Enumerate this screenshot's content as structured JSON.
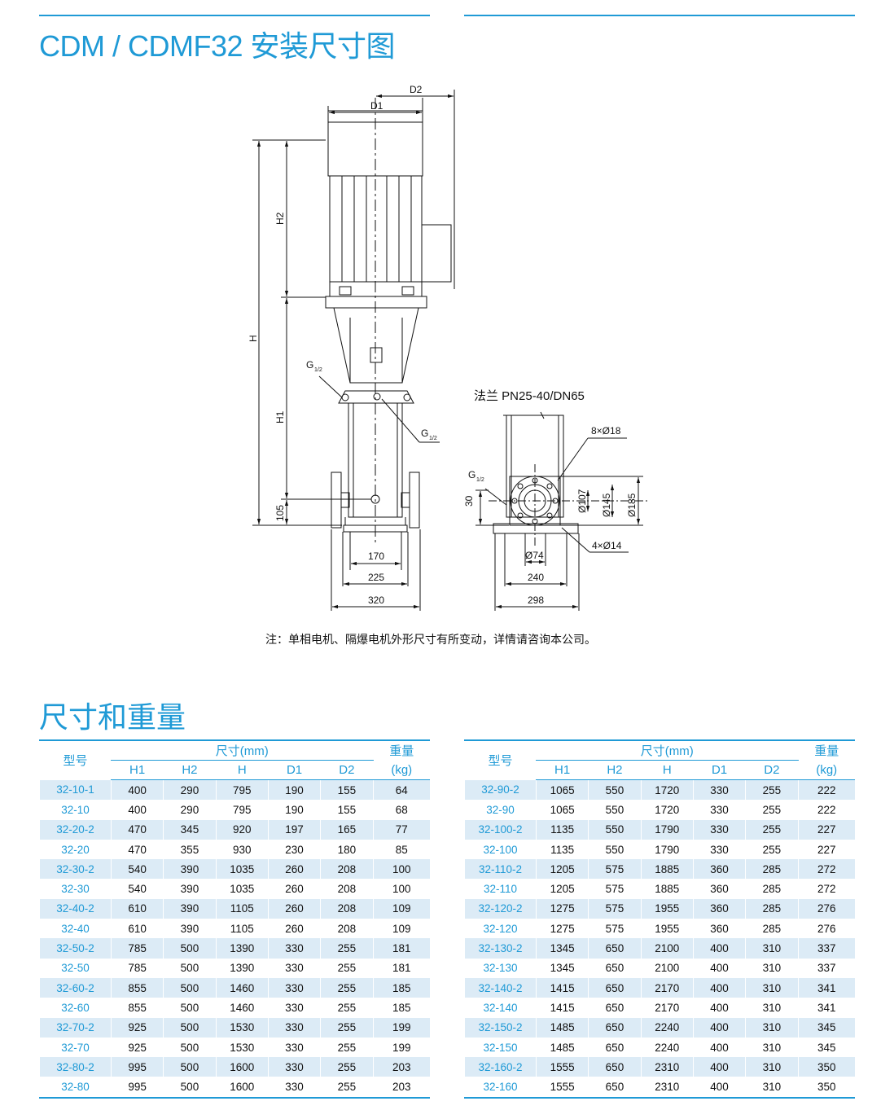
{
  "section1_title": "CDM / CDMF32 安装尺寸图",
  "drawing": {
    "labels": {
      "d1": "D1",
      "d2": "D2",
      "h": "H",
      "h1": "H1",
      "h2": "H2",
      "g_left": "G",
      "g_mid": "G",
      "g_right": "G",
      "frac": "1/2",
      "v105": "105",
      "w170": "170",
      "w225": "225",
      "w320": "320",
      "flange": "法兰 PN25-40/DN65",
      "holes8": "8×Ø18",
      "v30": "30",
      "d107": "Ø107",
      "d145": "Ø145",
      "d185": "Ø185",
      "holes4": "4×Ø14",
      "d74": "Ø74",
      "w240": "240",
      "w298": "298"
    }
  },
  "note": "注：单相电机、隔爆电机外形尺寸有所变动，详情请咨询本公司。",
  "section2_title": "尺寸和重量",
  "table_header": {
    "model": "型号",
    "dim": "尺寸(mm)",
    "weight_line1": "重量",
    "weight_line2": "(kg)",
    "cols": [
      "H1",
      "H2",
      "H",
      "D1",
      "D2"
    ]
  },
  "table_left": [
    [
      "32-10-1",
      "400",
      "290",
      "795",
      "190",
      "155",
      "64"
    ],
    [
      "32-10",
      "400",
      "290",
      "795",
      "190",
      "155",
      "68"
    ],
    [
      "32-20-2",
      "470",
      "345",
      "920",
      "197",
      "165",
      "77"
    ],
    [
      "32-20",
      "470",
      "355",
      "930",
      "230",
      "180",
      "85"
    ],
    [
      "32-30-2",
      "540",
      "390",
      "1035",
      "260",
      "208",
      "100"
    ],
    [
      "32-30",
      "540",
      "390",
      "1035",
      "260",
      "208",
      "100"
    ],
    [
      "32-40-2",
      "610",
      "390",
      "1105",
      "260",
      "208",
      "109"
    ],
    [
      "32-40",
      "610",
      "390",
      "1105",
      "260",
      "208",
      "109"
    ],
    [
      "32-50-2",
      "785",
      "500",
      "1390",
      "330",
      "255",
      "181"
    ],
    [
      "32-50",
      "785",
      "500",
      "1390",
      "330",
      "255",
      "181"
    ],
    [
      "32-60-2",
      "855",
      "500",
      "1460",
      "330",
      "255",
      "185"
    ],
    [
      "32-60",
      "855",
      "500",
      "1460",
      "330",
      "255",
      "185"
    ],
    [
      "32-70-2",
      "925",
      "500",
      "1530",
      "330",
      "255",
      "199"
    ],
    [
      "32-70",
      "925",
      "500",
      "1530",
      "330",
      "255",
      "199"
    ],
    [
      "32-80-2",
      "995",
      "500",
      "1600",
      "330",
      "255",
      "203"
    ],
    [
      "32-80",
      "995",
      "500",
      "1600",
      "330",
      "255",
      "203"
    ]
  ],
  "table_right": [
    [
      "32-90-2",
      "1065",
      "550",
      "1720",
      "330",
      "255",
      "222"
    ],
    [
      "32-90",
      "1065",
      "550",
      "1720",
      "330",
      "255",
      "222"
    ],
    [
      "32-100-2",
      "1135",
      "550",
      "1790",
      "330",
      "255",
      "227"
    ],
    [
      "32-100",
      "1135",
      "550",
      "1790",
      "330",
      "255",
      "227"
    ],
    [
      "32-110-2",
      "1205",
      "575",
      "1885",
      "360",
      "285",
      "272"
    ],
    [
      "32-110",
      "1205",
      "575",
      "1885",
      "360",
      "285",
      "272"
    ],
    [
      "32-120-2",
      "1275",
      "575",
      "1955",
      "360",
      "285",
      "276"
    ],
    [
      "32-120",
      "1275",
      "575",
      "1955",
      "360",
      "285",
      "276"
    ],
    [
      "32-130-2",
      "1345",
      "650",
      "2100",
      "400",
      "310",
      "337"
    ],
    [
      "32-130",
      "1345",
      "650",
      "2100",
      "400",
      "310",
      "337"
    ],
    [
      "32-140-2",
      "1415",
      "650",
      "2170",
      "400",
      "310",
      "341"
    ],
    [
      "32-140",
      "1415",
      "650",
      "2170",
      "400",
      "310",
      "341"
    ],
    [
      "32-150-2",
      "1485",
      "650",
      "2240",
      "400",
      "310",
      "345"
    ],
    [
      "32-150",
      "1485",
      "650",
      "2240",
      "400",
      "310",
      "345"
    ],
    [
      "32-160-2",
      "1555",
      "650",
      "2310",
      "400",
      "310",
      "350"
    ],
    [
      "32-160",
      "1555",
      "650",
      "2310",
      "400",
      "310",
      "350"
    ]
  ],
  "colors": {
    "accent": "#1f9ad6",
    "row_stripe": "#dcebf6"
  }
}
